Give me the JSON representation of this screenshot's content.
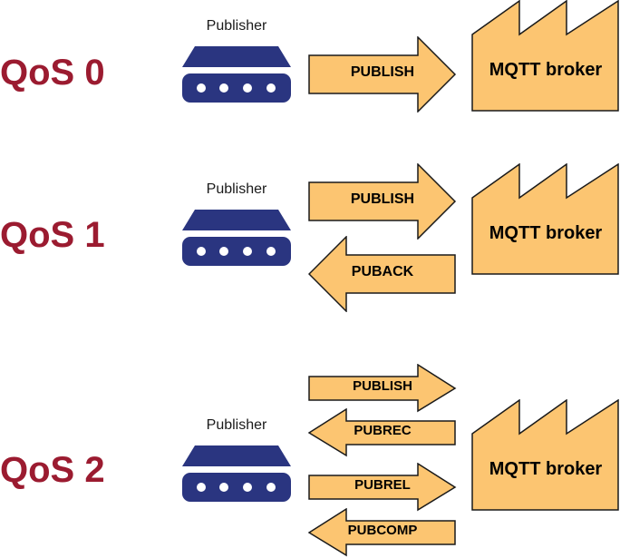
{
  "colors": {
    "qos_label": "#9b1b30",
    "device": "#2a3580",
    "device_dots": "#ffffff",
    "arrow_fill": "#fcc571",
    "broker_fill": "#fcc571",
    "outline": "#1a1a1a"
  },
  "rows": [
    {
      "qos_label": "QoS 0",
      "publisher_label": "Publisher",
      "broker_label": "MQTT broker",
      "messages": [
        {
          "label": "PUBLISH",
          "direction": "to-broker"
        }
      ]
    },
    {
      "qos_label": "QoS 1",
      "publisher_label": "Publisher",
      "broker_label": "MQTT broker",
      "messages": [
        {
          "label": "PUBLISH",
          "direction": "to-broker"
        },
        {
          "label": "PUBACK",
          "direction": "to-publisher"
        }
      ]
    },
    {
      "qos_label": "QoS 2",
      "publisher_label": "Publisher",
      "broker_label": "MQTT broker",
      "messages": [
        {
          "label": "PUBLISH",
          "direction": "to-broker"
        },
        {
          "label": "PUBREC",
          "direction": "to-publisher"
        },
        {
          "label": "PUBREL",
          "direction": "to-broker"
        },
        {
          "label": "PUBCOMP",
          "direction": "to-publisher"
        }
      ]
    }
  ]
}
